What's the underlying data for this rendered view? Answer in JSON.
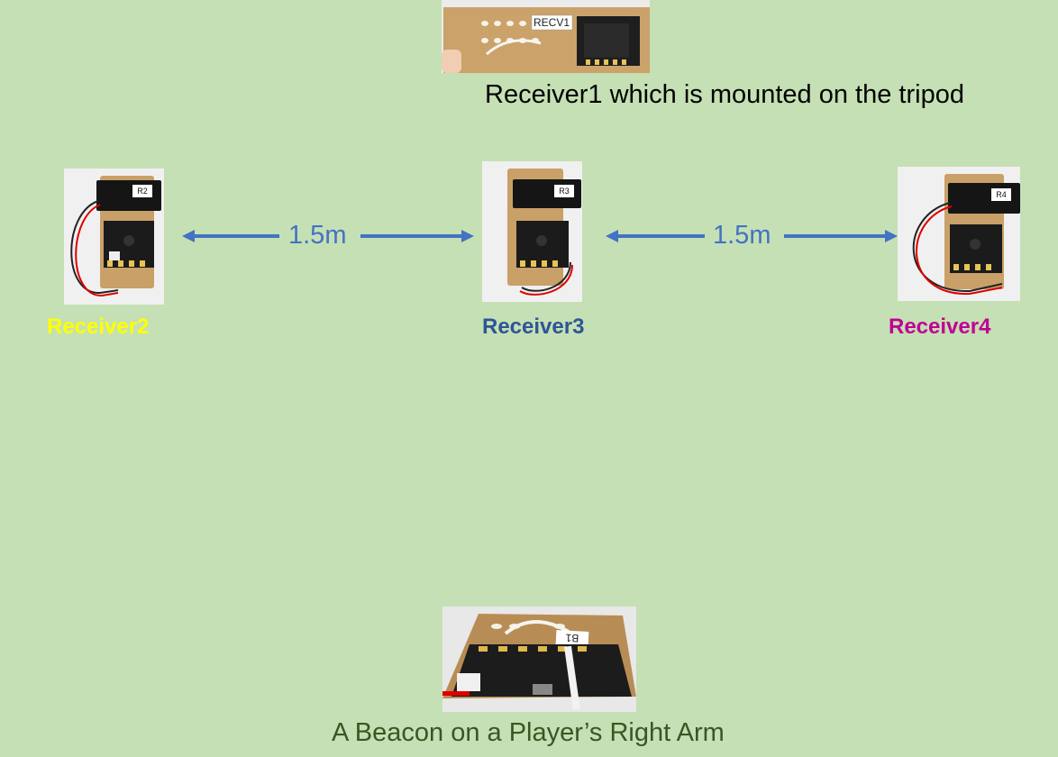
{
  "slide": {
    "background": "#c5e0b4",
    "top_caption": "Receiver1 which is mounted on the tripod",
    "bottom_caption": "A Beacon on a Player’s Right Arm",
    "distance_left": "1.5m",
    "distance_right": "1.5m",
    "arrow_color": "#4472c4"
  },
  "receiver1": {
    "tag": "RECV1"
  },
  "receiver2": {
    "label": "Receiver2",
    "label_color": "#ffff00",
    "tag": "R2"
  },
  "receiver3": {
    "label": "Receiver3",
    "label_color": "#2f5597",
    "tag": "R3"
  },
  "receiver4": {
    "label": "Receiver4",
    "label_color": "#c00096",
    "tag": "R4"
  },
  "beacon": {
    "tag": "B1"
  }
}
